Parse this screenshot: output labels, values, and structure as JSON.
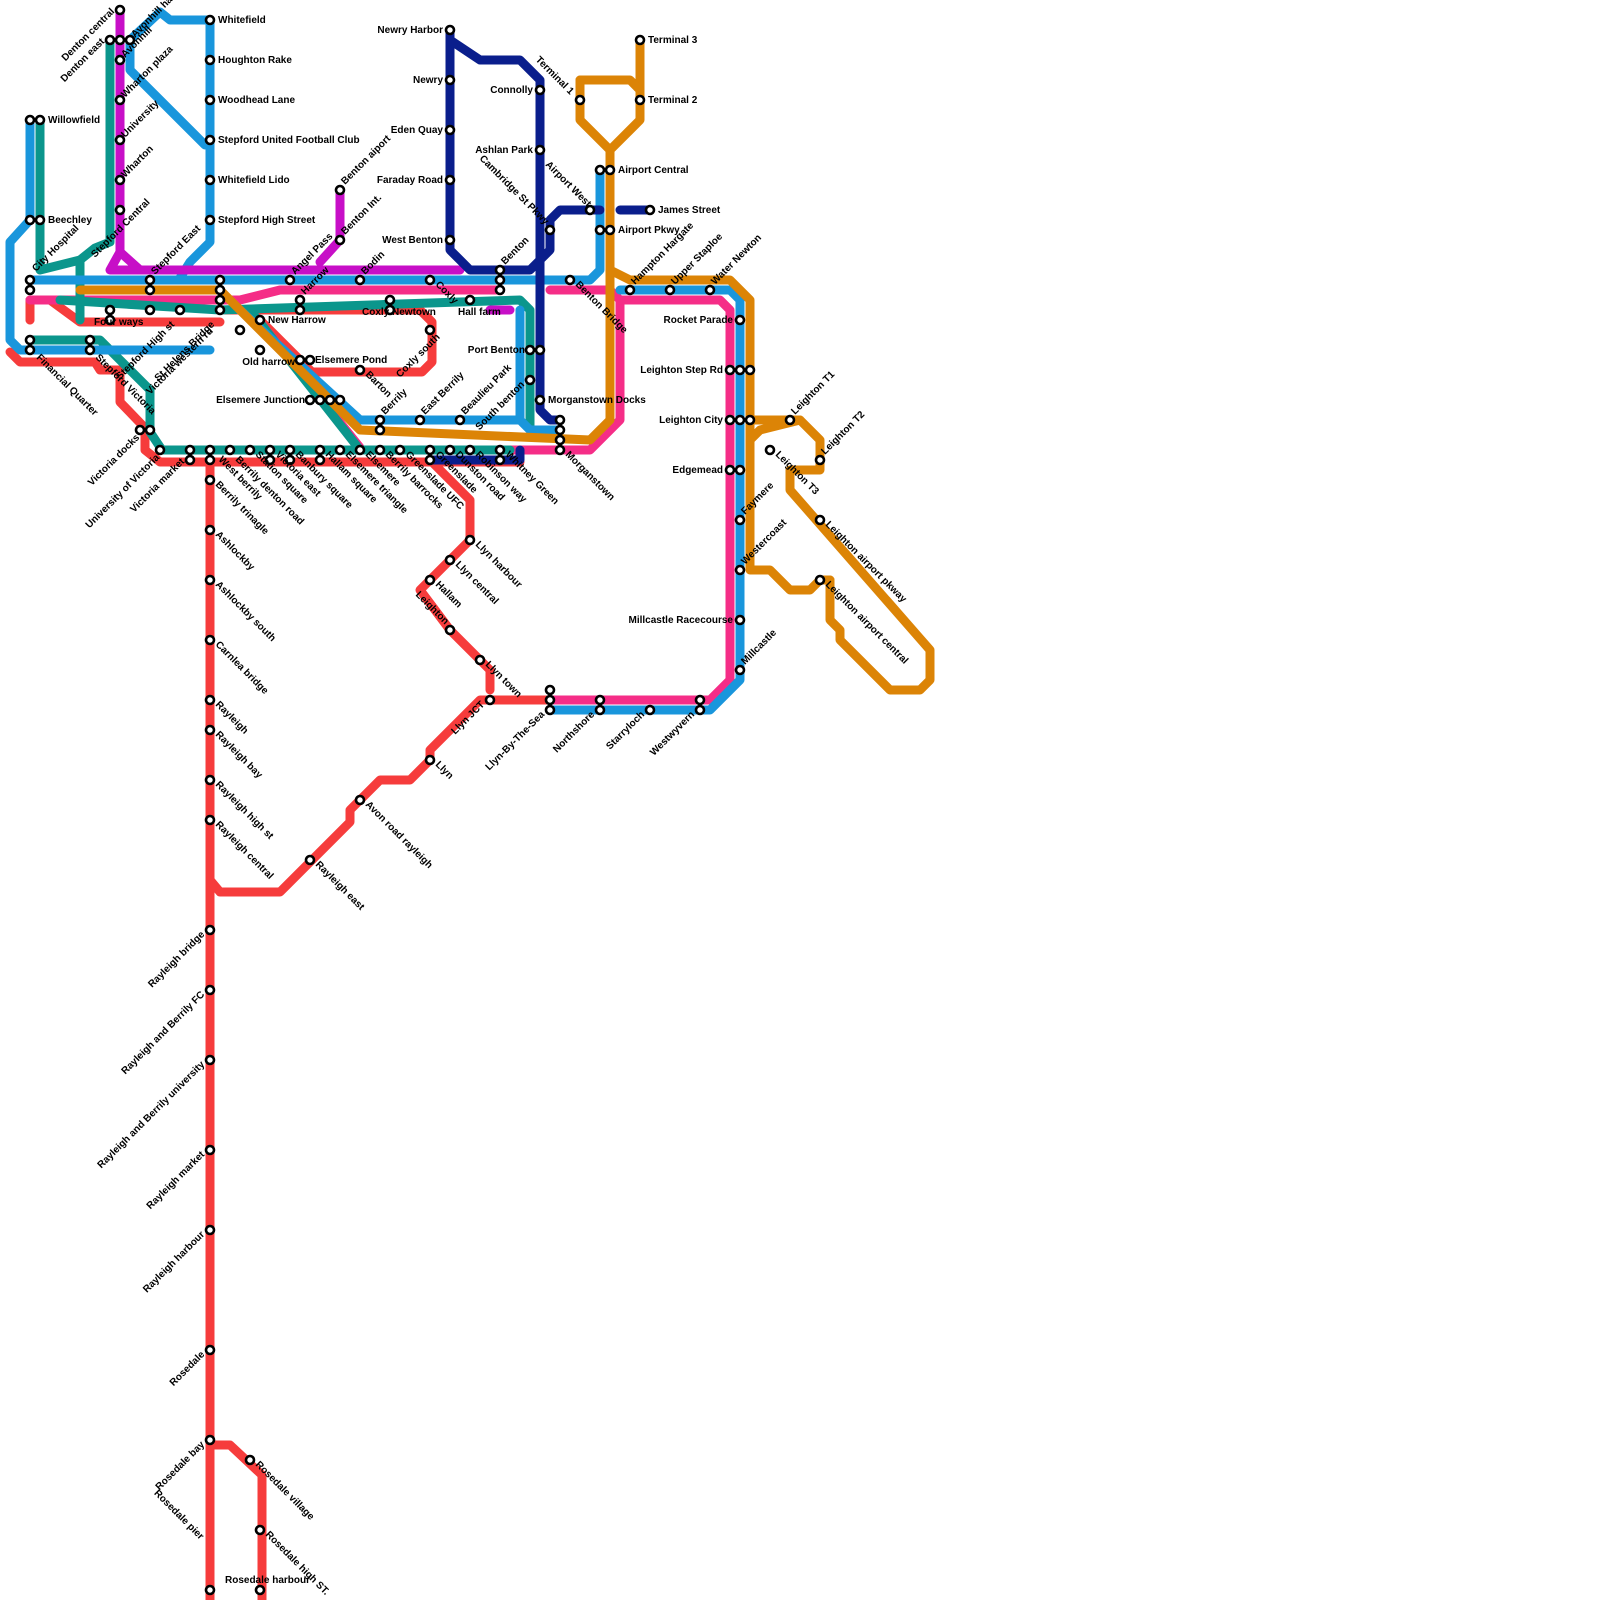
{
  "colors": {
    "red": "#f63c3c",
    "blue": "#1996dc",
    "teal": "#0b968c",
    "orange": "#dc8406",
    "magenta": "#c70fc7",
    "pink": "#f52d87",
    "navy": "#0a1e8c"
  },
  "stations": [
    {
      "id": "denton-central",
      "name": "Denton central"
    },
    {
      "id": "denton-east",
      "name": "Denton east"
    },
    {
      "id": "avonhill-harbour",
      "name": "Avonhill harbour"
    },
    {
      "id": "avonhill",
      "name": "Avonhill"
    },
    {
      "id": "wharton-plaza",
      "name": "Wharton plaza"
    },
    {
      "id": "university",
      "name": "University"
    },
    {
      "id": "wharton",
      "name": "Wharton"
    },
    {
      "id": "stepford-central",
      "name": "Stepford Central"
    },
    {
      "id": "whitefield",
      "name": "Whitefield"
    },
    {
      "id": "houghton-rake",
      "name": "Houghton Rake"
    },
    {
      "id": "woodhead-lane",
      "name": "Woodhead Lane"
    },
    {
      "id": "stepford-utd-fc",
      "name": "Stepford United Football Club"
    },
    {
      "id": "whitefield-lido",
      "name": "Whitefield Lido"
    },
    {
      "id": "stepford-high-street",
      "name": "Stepford High Street"
    },
    {
      "id": "willowfield",
      "name": "Willowfield"
    },
    {
      "id": "beechley",
      "name": "Beechley"
    },
    {
      "id": "city-hospital",
      "name": "City Hospital"
    },
    {
      "id": "financial-quarter",
      "name": "Financial Quarter"
    },
    {
      "id": "stepford-victoria",
      "name": "Stepford Victoria"
    },
    {
      "id": "four-ways",
      "name": "Four ways"
    },
    {
      "id": "stepford-east",
      "name": "Stepford East"
    },
    {
      "id": "stepford-high-st",
      "name": "Stepford High st"
    },
    {
      "id": "st-helens-bridge",
      "name": "St Helens Bridge"
    },
    {
      "id": "victoria-western-rd",
      "name": "Victoria western rd"
    },
    {
      "id": "victoria-docks",
      "name": "Victoria docks"
    },
    {
      "id": "university-of-victoria",
      "name": "University of Victoria"
    },
    {
      "id": "victoria-market",
      "name": "Victoria market"
    },
    {
      "id": "west-berrily",
      "name": "West berrily"
    },
    {
      "id": "berrily-denton-road",
      "name": "Berrily denton road"
    },
    {
      "id": "angel-pass",
      "name": "Angel Pass"
    },
    {
      "id": "harrow",
      "name": "Harrow"
    },
    {
      "id": "new-harrow",
      "name": "New Harrow"
    },
    {
      "id": "old-harrow",
      "name": "Old harrow"
    },
    {
      "id": "elsemere-pond",
      "name": "Elsemere Pond"
    },
    {
      "id": "elsemere-junction",
      "name": "Elsemere Junction"
    },
    {
      "id": "benton-aiport",
      "name": "Benton aiport"
    },
    {
      "id": "benton-int",
      "name": "Benton Int."
    },
    {
      "id": "bodin",
      "name": "Bodin"
    },
    {
      "id": "coxly-newtown",
      "name": "Coxly Newtown"
    },
    {
      "id": "coxly",
      "name": "Coxly"
    },
    {
      "id": "coxly-south",
      "name": "Coxly south"
    },
    {
      "id": "hall-farm",
      "name": "Hall farm"
    },
    {
      "id": "barton",
      "name": "Barton"
    },
    {
      "id": "berrily",
      "name": "Berrily"
    },
    {
      "id": "east-berrily",
      "name": "East Berrily"
    },
    {
      "id": "beaulieu-park",
      "name": "Beaulieu Park"
    },
    {
      "id": "south-benton",
      "name": "South benton"
    },
    {
      "id": "port-benton",
      "name": "Port Benton"
    },
    {
      "id": "newry-harbor",
      "name": "Newry Harbor"
    },
    {
      "id": "newry",
      "name": "Newry"
    },
    {
      "id": "eden-quay",
      "name": "Eden Quay"
    },
    {
      "id": "faraday-road",
      "name": "Faraday Road"
    },
    {
      "id": "west-benton",
      "name": "West Benton"
    },
    {
      "id": "benton",
      "name": "Benton"
    },
    {
      "id": "connolly",
      "name": "Connolly"
    },
    {
      "id": "ashlan-park",
      "name": "Ashlan Park"
    },
    {
      "id": "airport-west",
      "name": "Airport West"
    },
    {
      "id": "cambridge-st-pkwy",
      "name": "Cambridge St Pkwy"
    },
    {
      "id": "benton-bridge",
      "name": "Benton Bridge"
    },
    {
      "id": "morganstown-docks",
      "name": "Morganstown Docks"
    },
    {
      "id": "morganstown",
      "name": "Morganstown"
    },
    {
      "id": "terminal-1",
      "name": "Terminal 1"
    },
    {
      "id": "terminal-3",
      "name": "Terminal 3"
    },
    {
      "id": "terminal-2",
      "name": "Terminal 2"
    },
    {
      "id": "airport-central",
      "name": "Airport Central"
    },
    {
      "id": "james-street",
      "name": "James Street"
    },
    {
      "id": "airport-pkwy",
      "name": "Airport Pkwy"
    },
    {
      "id": "hampton-hargate",
      "name": "Hampton Hargate"
    },
    {
      "id": "upper-staploe",
      "name": "Upper Staploe"
    },
    {
      "id": "water-newton",
      "name": "Water Newton"
    },
    {
      "id": "rocket-parade",
      "name": "Rocket Parade"
    },
    {
      "id": "leighton-step-rd",
      "name": "Leighton Step Rd"
    },
    {
      "id": "leighton-city",
      "name": "Leighton City"
    },
    {
      "id": "edgemead",
      "name": "Edgemead"
    },
    {
      "id": "faymere",
      "name": "Faymere"
    },
    {
      "id": "westercoast",
      "name": "Westercoast"
    },
    {
      "id": "millcastle-racecourse",
      "name": "Millcastle Racecourse"
    },
    {
      "id": "millcastle",
      "name": "Millcastle"
    },
    {
      "id": "leighton-t1",
      "name": "Leighton T1"
    },
    {
      "id": "leighton-t2",
      "name": "Leighton T2"
    },
    {
      "id": "leighton-t3",
      "name": "Leighton T3"
    },
    {
      "id": "leighton-airport-pkway",
      "name": "Leighton airport pkway"
    },
    {
      "id": "leighton-airport-central",
      "name": "Leighton airport central"
    },
    {
      "id": "berrily-trinagle",
      "name": "Berrily trinagle"
    },
    {
      "id": "ashlockby",
      "name": "Ashlockby"
    },
    {
      "id": "ashlockby-south",
      "name": "Ashlockby south"
    },
    {
      "id": "carnlea-bridge",
      "name": "Carnlea bridge"
    },
    {
      "id": "rayleigh",
      "name": "Rayleigh"
    },
    {
      "id": "rayleigh-bay",
      "name": "Rayleigh bay"
    },
    {
      "id": "rayleigh-high-st",
      "name": "Rayleigh high st"
    },
    {
      "id": "rayleigh-central",
      "name": "Rayleigh central"
    },
    {
      "id": "rayleigh-east",
      "name": "Rayleigh east"
    },
    {
      "id": "avon-road-rayleigh",
      "name": "Avon road rayleigh"
    },
    {
      "id": "llyn",
      "name": "Llyn"
    },
    {
      "id": "llyn-jct",
      "name": "Llyn JCT"
    },
    {
      "id": "llyn-town",
      "name": "Llyn town"
    },
    {
      "id": "hallam",
      "name": "Hallam"
    },
    {
      "id": "leighton",
      "name": "Leighton"
    },
    {
      "id": "llyn-central",
      "name": "Llyn central"
    },
    {
      "id": "llyn-harbour",
      "name": "Llyn harbour"
    },
    {
      "id": "llyn-by-the-sea",
      "name": "Llyn-By-The-Sea"
    },
    {
      "id": "northshore",
      "name": "Northshore"
    },
    {
      "id": "starryloch",
      "name": "Starryloch"
    },
    {
      "id": "westwyvern",
      "name": "Westwyvern"
    },
    {
      "id": "rayleigh-bridge",
      "name": "Rayleigh bridge"
    },
    {
      "id": "rayleigh-and-berrily-fc",
      "name": "Rayleigh and Berrily FC"
    },
    {
      "id": "rayleigh-and-berrily-university",
      "name": "Rayleigh and Berrily university"
    },
    {
      "id": "rayleigh-market",
      "name": "Rayleigh market"
    },
    {
      "id": "rayleigh-harbour",
      "name": "Rayleigh harbour"
    },
    {
      "id": "rosedale",
      "name": "Rosedale"
    },
    {
      "id": "rosedale-bay",
      "name": "Rosedale bay"
    },
    {
      "id": "rosedale-pier",
      "name": "Rosedale pier"
    },
    {
      "id": "rosedale-village",
      "name": "Rosedale village"
    },
    {
      "id": "rosedale-high-st",
      "name": "Rosedale high ST."
    },
    {
      "id": "rosedale-harbour",
      "name": "Rosedale harbour"
    },
    {
      "id": "station-square",
      "name": "Station square"
    },
    {
      "id": "victoria-east",
      "name": "Victoria east"
    },
    {
      "id": "banbury-square",
      "name": "Banbury square"
    },
    {
      "id": "hallam-square",
      "name": "Hallam square"
    },
    {
      "id": "elsemere-triangle",
      "name": "Elsemere triangle"
    },
    {
      "id": "elsemere",
      "name": "Elsemere"
    },
    {
      "id": "berrily-barrocks",
      "name": "Berrily barrocks"
    },
    {
      "id": "greenslade-ufc",
      "name": "Greenslade UFC"
    },
    {
      "id": "greenslade",
      "name": "Greenslade"
    },
    {
      "id": "dunston-road",
      "name": "Dunston road"
    },
    {
      "id": "robinson-way",
      "name": "Robinson way"
    },
    {
      "id": "whitney-green",
      "name": "Whitney Green"
    }
  ]
}
